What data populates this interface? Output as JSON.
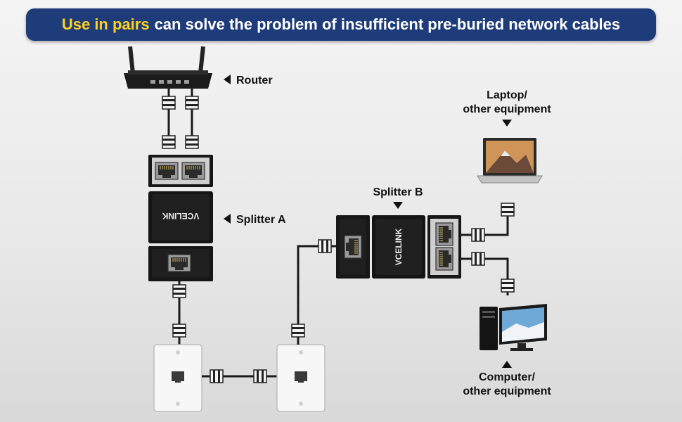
{
  "banner": {
    "highlight": "Use in pairs",
    "text": "can solve the problem of insufficient pre-buried network cables"
  },
  "labels": {
    "router": "Router",
    "splitter_a": "Splitter A",
    "splitter_b": "Splitter B",
    "laptop_line1": "Laptop/",
    "laptop_line2": "other equipment",
    "computer_line1": "Computer/",
    "computer_line2": "other equipment"
  },
  "brand": "VCELINK",
  "colors": {
    "banner_bg": "#1e3c7a",
    "banner_highlight": "#ffd21f",
    "banner_text": "#ffffff",
    "cable": "#1a1a1a",
    "device": "#161616"
  },
  "icons": [
    "router-icon",
    "splitter-icon",
    "wall-plate-icon",
    "laptop-icon",
    "desktop-computer-icon",
    "rj45-plug-icon",
    "arrow-icon"
  ]
}
